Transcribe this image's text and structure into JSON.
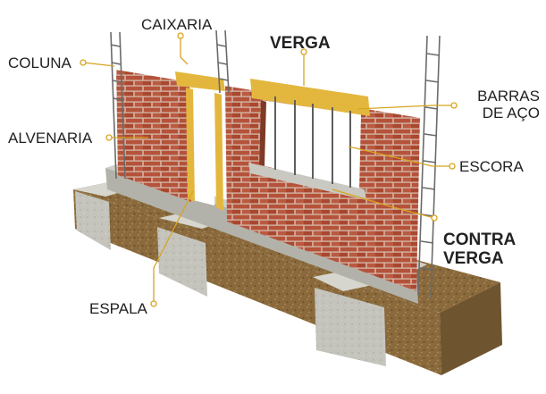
{
  "diagram": {
    "labels": {
      "coluna": "COLUNA",
      "caixaria": "CAIXARIA",
      "verga": "VERGA",
      "barras_line1": "BARRAS",
      "barras_line2": "DE AÇO",
      "alvenaria": "ALVENARIA",
      "escora": "ESCORA",
      "contra_line1": "CONTRA",
      "contra_line2": "VERGA",
      "espala": "ESPALA"
    },
    "colors": {
      "brick": "#b5533a",
      "mortar": "#d9b8a8",
      "concrete": "#bdbdb6",
      "soil": "#8a6a3c",
      "formwork": "#e3b73e",
      "rebar": "#6b6b6b",
      "leader": "#d8a41f",
      "text": "#222222"
    }
  }
}
